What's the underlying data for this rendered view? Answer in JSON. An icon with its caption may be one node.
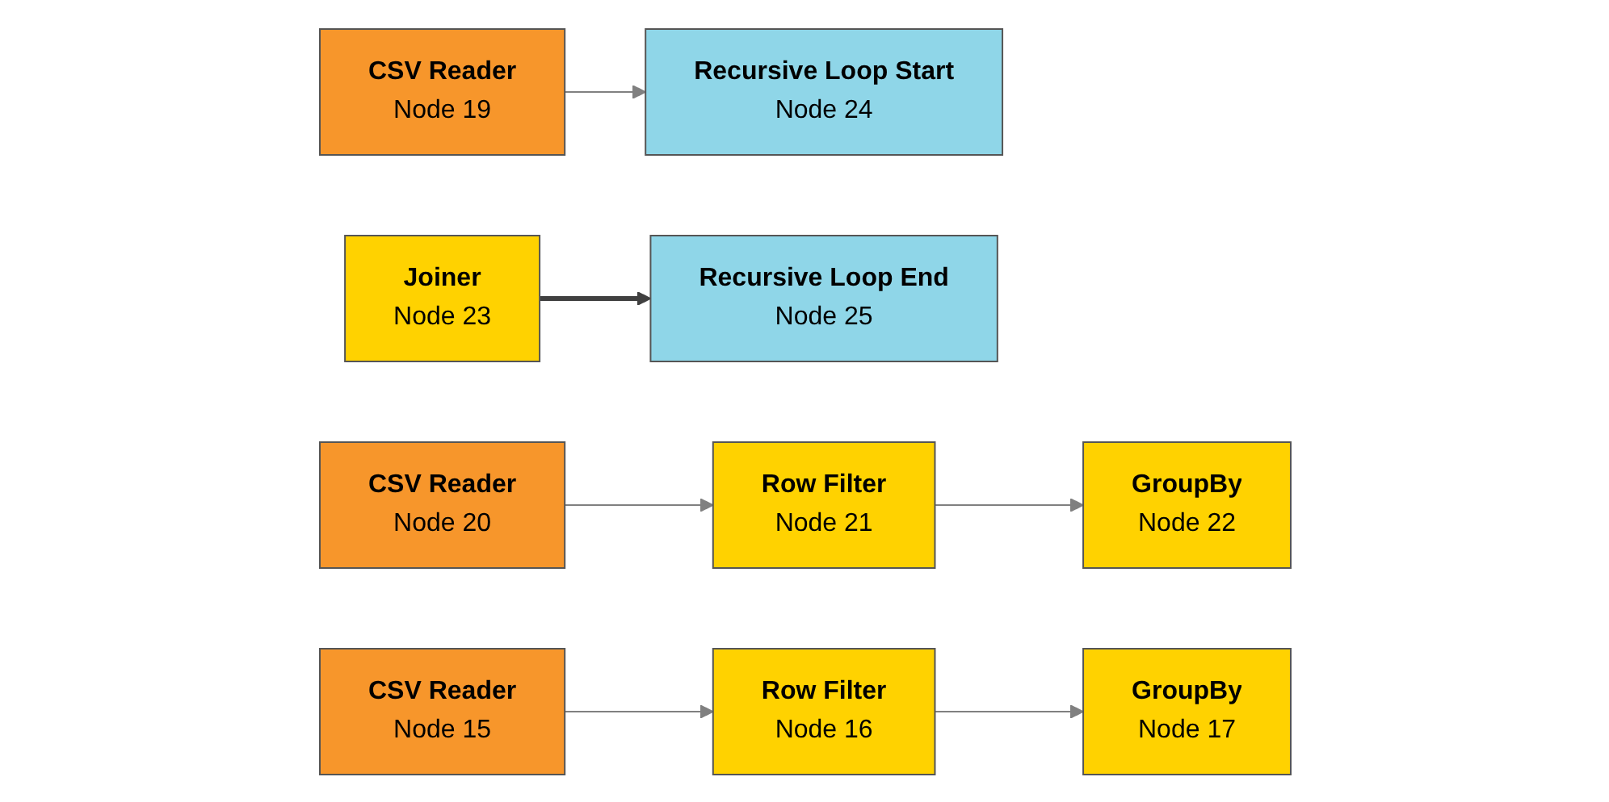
{
  "diagram": {
    "nodes": [
      {
        "text": [
          "CSV Reader",
          "Node 19"
        ]
      },
      {
        "text": [
          "Recursive Loop Start",
          "Node 24"
        ]
      },
      {
        "text": [
          "Joiner",
          "Node 23"
        ]
      },
      {
        "text": [
          "Recursive Loop End",
          "Node 25"
        ]
      },
      {
        "text": [
          "CSV Reader",
          "Node 20"
        ]
      },
      {
        "text": [
          "Row Filter",
          "Node 21"
        ]
      },
      {
        "text": [
          "GroupBy",
          "Node 22"
        ]
      },
      {
        "text": [
          "CSV Reader",
          "Node 15"
        ]
      },
      {
        "text": [
          "Row Filter",
          "Node 16"
        ]
      },
      {
        "text": [
          "GroupBy",
          "Node 17"
        ]
      }
    ],
    "edges": [
      {
        "from": 0,
        "to": 1,
        "arrow": "to"
      },
      {
        "from": 2,
        "to": 3,
        "arrow": "to",
        "style": "thick",
        "color": "#404040"
      },
      {
        "from": 4,
        "to": 5,
        "arrow": "to"
      },
      {
        "from": 5,
        "to": 6,
        "arrow": "to"
      },
      {
        "from": 7,
        "to": 8,
        "arrow": "to"
      },
      {
        "from": 8,
        "to": 9,
        "arrow": "to"
      }
    ]
  }
}
